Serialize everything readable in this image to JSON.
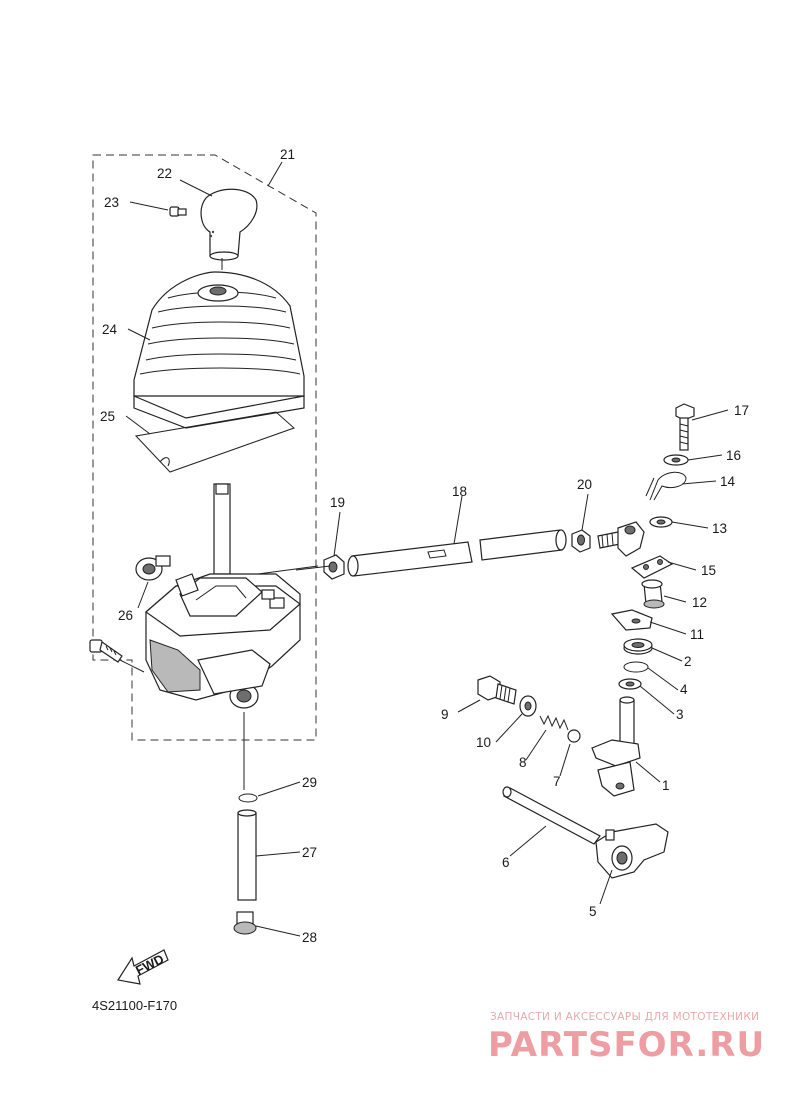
{
  "diagram": {
    "code": "4S21100-F170",
    "fwd_label": "FWD",
    "callouts": {
      "c1": "1",
      "c2": "2",
      "c3": "3",
      "c4": "4",
      "c5": "5",
      "c6": "6",
      "c7": "7",
      "c8": "8",
      "c9": "9",
      "c10": "10",
      "c11": "11",
      "c12": "12",
      "c13": "13",
      "c14": "14",
      "c15": "15",
      "c16": "16",
      "c17": "17",
      "c18": "18",
      "c19": "19",
      "c20": "20",
      "c21": "21",
      "c22": "22",
      "c23": "23",
      "c24": "24",
      "c25": "25",
      "c26": "26",
      "c27": "27",
      "c28": "28",
      "c29": "29"
    }
  },
  "watermark": {
    "tagline": "ЗАПЧАСТИ И АКСЕССУАРЫ ДЛЯ МОТОТЕХНИКИ",
    "brand": "PARTSFOR.RU"
  }
}
